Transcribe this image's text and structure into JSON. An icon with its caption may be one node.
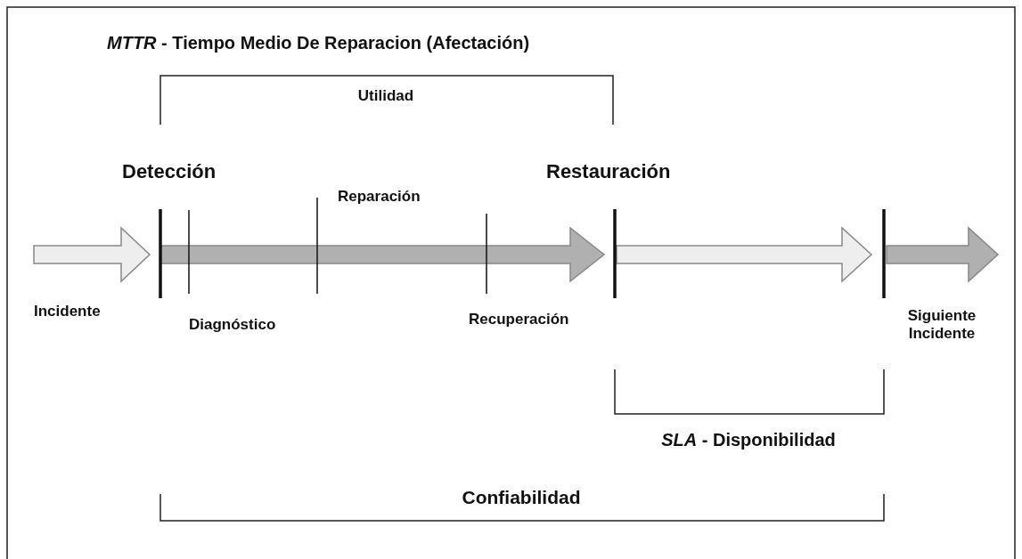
{
  "diagram": {
    "labels": [
      "*MTTR* - Tiempo Medio De Reparacion (Afectación)",
      "Utilidad",
      "Detección",
      "Restauración",
      "Reparación",
      "Incidente",
      "Diagnóstico",
      "Recuperación",
      "Siguiente Incidente",
      "*SLA* - Disponibilidad",
      "Confiabilidad"
    ]
  }
}
